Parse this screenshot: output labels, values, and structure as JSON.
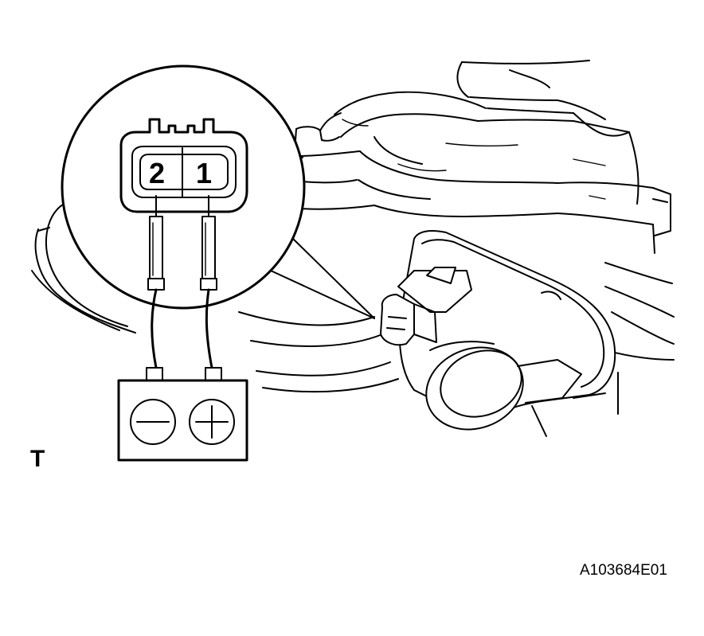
{
  "connector": {
    "pins": [
      {
        "number": "2"
      },
      {
        "number": "1"
      }
    ]
  },
  "battery": {
    "terminals": [
      {
        "polarity": "negative"
      },
      {
        "polarity": "positive"
      }
    ]
  },
  "labels": {
    "orientation": "T",
    "figure_id": "A103684E01"
  },
  "colors": {
    "line": "#000000",
    "background": "#ffffff"
  }
}
